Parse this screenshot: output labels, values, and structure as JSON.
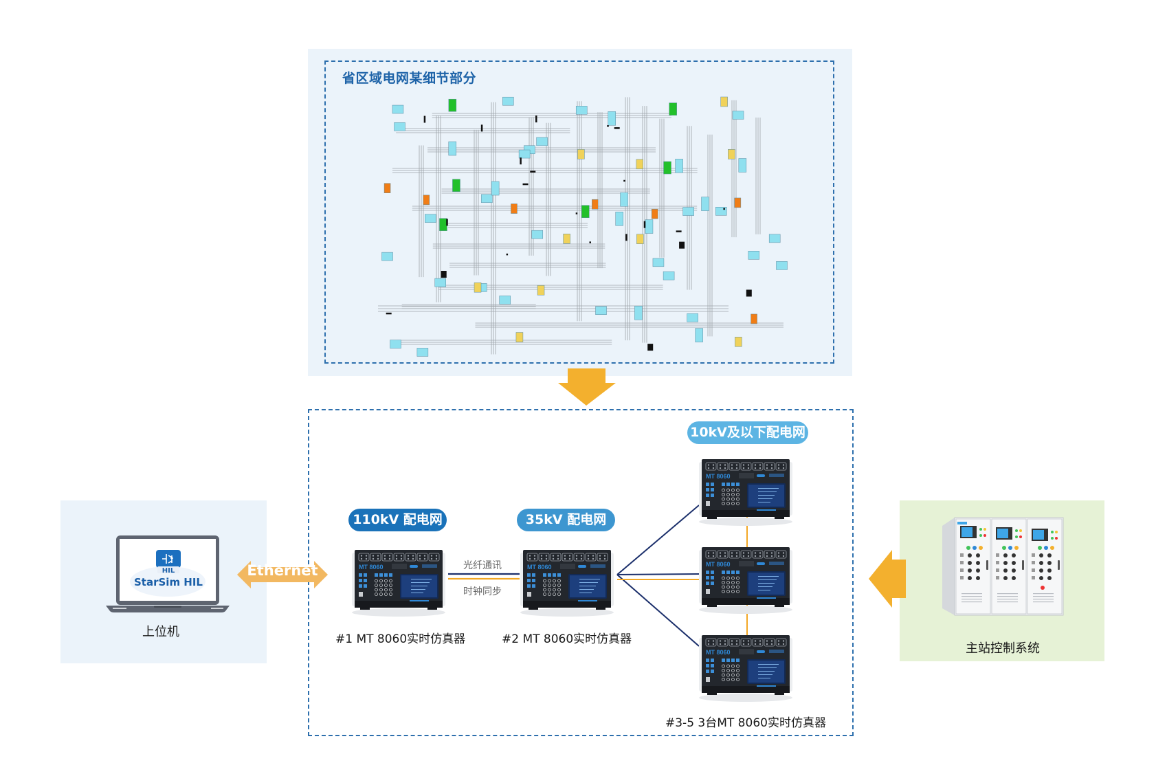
{
  "top_panel": {
    "title": "省区域电网某细节部分",
    "schematic_name": "provincial-grid-detail-schematic"
  },
  "simulation_cluster": {
    "badges": {
      "kv110": "110kV 配电网",
      "kv35": "35kV 配电网",
      "kv10": "10kV及以下配电网"
    },
    "devices": [
      {
        "id": "1",
        "model_text": "MT 8060",
        "label": "#1 MT 8060实时仿真器"
      },
      {
        "id": "2",
        "model_text": "MT 8060",
        "label": "#2 MT 8060实时仿真器"
      },
      {
        "id": "3",
        "model_text": "MT 8060"
      },
      {
        "id": "4",
        "model_text": "MT 8060"
      },
      {
        "id": "5",
        "model_text": "MT 8060"
      }
    ],
    "group_label": "#3-5 3台MT 8060实时仿真器",
    "link_labels": {
      "fiber": "光纤通讯",
      "clock": "时钟同步"
    }
  },
  "host_pc": {
    "caption": "上位机",
    "app_logo_text": "HIL",
    "app_name": "StarSim HIL"
  },
  "ethernet": {
    "label": "Ethernet"
  },
  "master_station": {
    "caption": "主站控制系统"
  },
  "colors": {
    "arrow": "#f3b02e",
    "ethernet_arrow": "#f2b861",
    "fiber_line": "#1b2f6b",
    "clock_line": "#f3a724",
    "dash_border": "#2d6fad",
    "title_blue": "#1e63a8",
    "badge_dark": "#1a72b9",
    "badge_mid": "#3d96d0",
    "badge_light": "#5cb4e3",
    "panel_blue": "#ebf3fa",
    "panel_green": "#e6f2d6"
  }
}
